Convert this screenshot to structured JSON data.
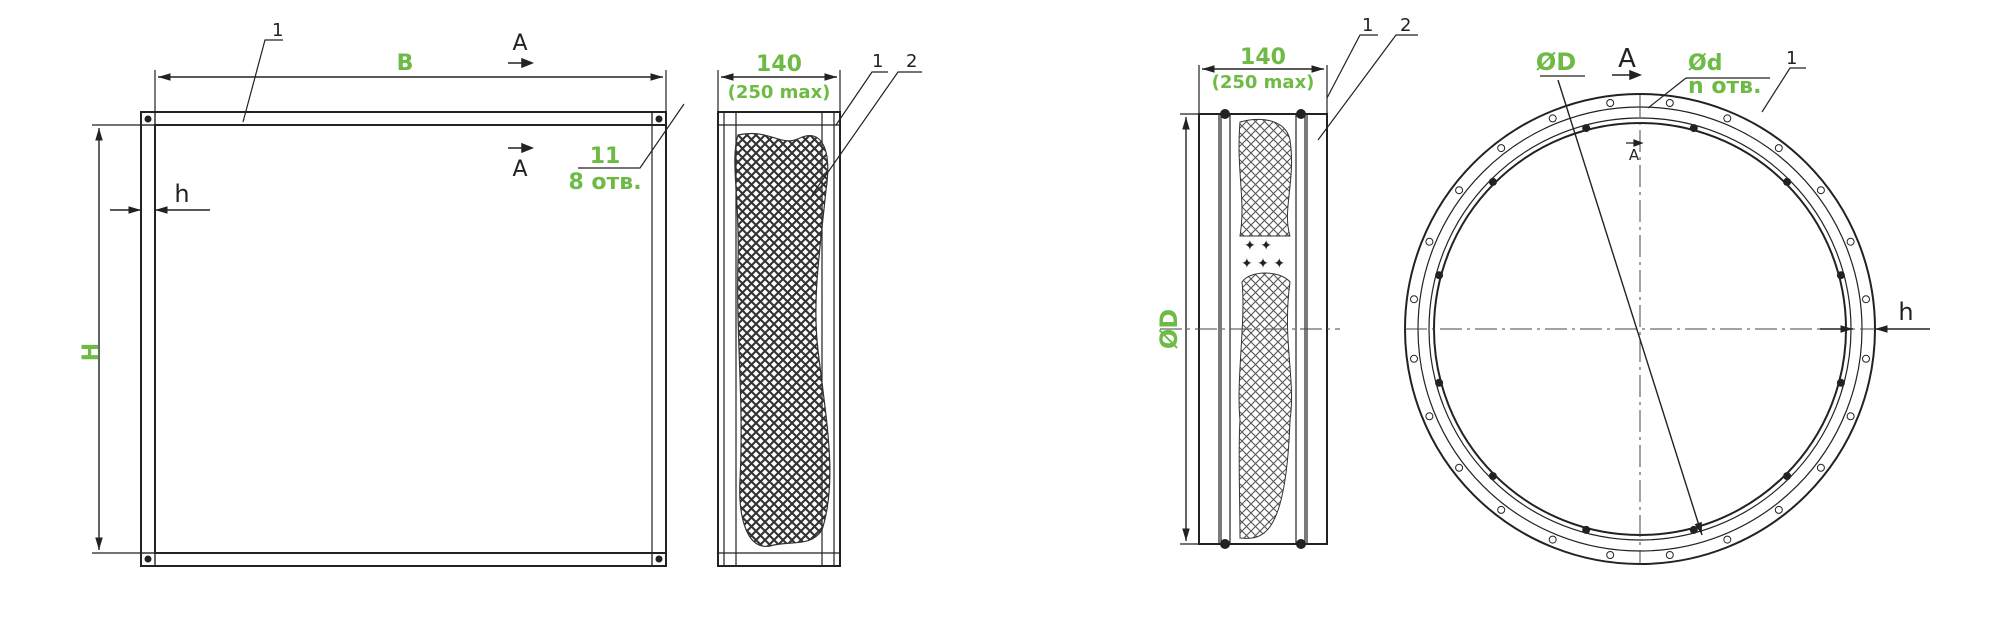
{
  "colors": {
    "dimension": "#6dbb45",
    "line": "#222222",
    "mesh": "#333333"
  },
  "rect_view": {
    "callout_1": "1",
    "dim_width": "B",
    "dim_height": "H",
    "dim_flange": "h",
    "section_mark_top": "A",
    "section_mark_bottom": "A",
    "hole_size": "11",
    "hole_count": "8 отв."
  },
  "rect_side": {
    "depth": "140",
    "depth_max": "(250 max)",
    "callout_1": "1",
    "callout_2": "2"
  },
  "round_side": {
    "depth": "140",
    "depth_max": "(250 max)",
    "callout_1": "1",
    "callout_2": "2",
    "dim_diameter": "ØD"
  },
  "round_view": {
    "dim_diameter": "ØD",
    "section_mark_top": "A",
    "section_mark_bottom": "A",
    "hole_size": "Ød",
    "hole_count": "n отв.",
    "callout_1": "1",
    "dim_flange": "h"
  }
}
